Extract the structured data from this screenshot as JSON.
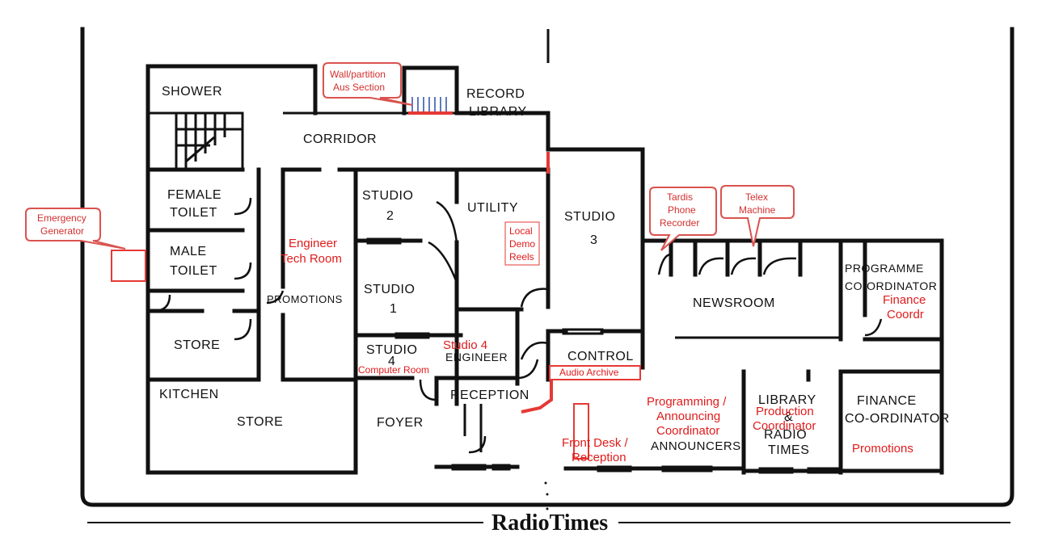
{
  "rooms": {
    "shower": "SHOWER",
    "record_library_1": "RECORD",
    "record_library_2": "LIBRARY",
    "corridor": "CORRIDOR",
    "female_toilet_1": "FEMALE",
    "female_toilet_2": "TOILET",
    "male_toilet_1": "MALE",
    "male_toilet_2": "TOILET",
    "studio2_1": "STUDIO",
    "studio2_2": "2",
    "utility": "UTILITY",
    "studio3_1": "STUDIO",
    "studio3_2": "3",
    "studio1_1": "STUDIO",
    "studio1_2": "1",
    "promotions": "PROMOTIONS",
    "store_left": "STORE",
    "studio4_1": "STUDIO",
    "studio4_2": "4",
    "engineer": "ENGINEER",
    "control": "CONTROL",
    "kitchen": "KITCHEN",
    "store_bottom": "STORE",
    "foyer": "FOYER",
    "reception": "RECEPTION",
    "newsroom": "NEWSROOM",
    "programme_coord_1": "PROGRAMME",
    "programme_coord_2": "CO-ORDINATOR",
    "announcers": "ANNOUNCERS",
    "library_rt_1": "LIBRARY",
    "library_rt_2": "&",
    "library_rt_3": "RADIO",
    "library_rt_4": "TIMES",
    "finance_coord_1": "FINANCE",
    "finance_coord_2": "CO-ORDINATOR"
  },
  "annotations": {
    "engineer_tech_1": "Engineer",
    "engineer_tech_2": "Tech Room",
    "studio4_engineer": "Studio 4",
    "computer_room": "Computer Room",
    "audio_archive": "Audio Archive",
    "finance_coordr_1": "Finance",
    "finance_coordr_2": "Coordr",
    "programming_1": "Programming /",
    "programming_2": "Announcing",
    "programming_3": "Coordinator",
    "production_1": "Production",
    "production_2": "Coordinator",
    "front_desk_1": "Front Desk /",
    "front_desk_2": "Reception",
    "promotions_red": "Promotions",
    "local_demo_1": "Local",
    "local_demo_2": "Demo",
    "local_demo_3": "Reels"
  },
  "callouts": {
    "wall_partition_1": "Wall/partition",
    "wall_partition_2": "Aus Section",
    "emergency_gen_1": "Emergency",
    "emergency_gen_2": "Generator",
    "tardis_1": "Tardis",
    "tardis_2": "Phone",
    "tardis_3": "Recorder",
    "telex_1": "Telex",
    "telex_2": "Machine"
  },
  "brand": "RadioTimes",
  "colors": {
    "annotation": "#e01b1b",
    "callout_border": "#d9534f"
  }
}
